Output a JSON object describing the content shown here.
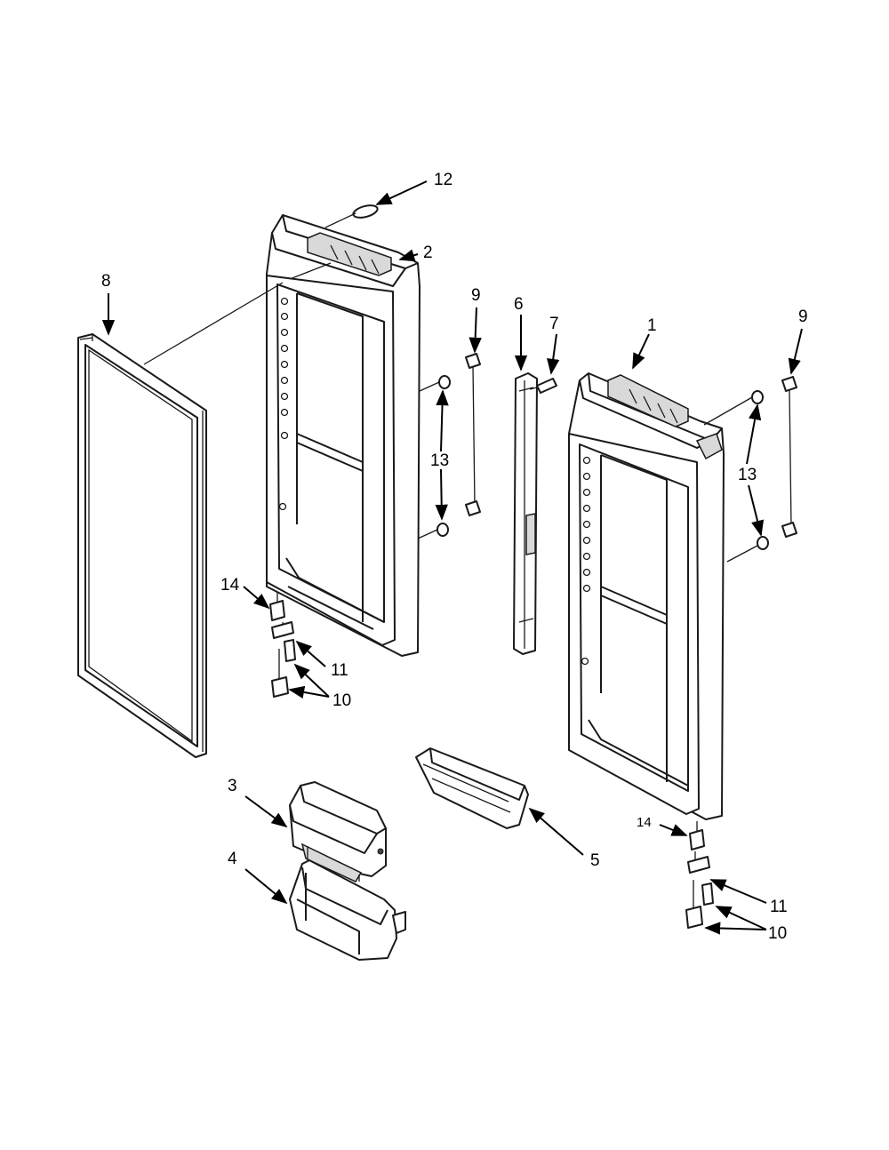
{
  "callouts": [
    {
      "id": "c12",
      "label": "12"
    },
    {
      "id": "c2",
      "label": "2"
    },
    {
      "id": "c8",
      "label": "8"
    },
    {
      "id": "c9a",
      "label": "9"
    },
    {
      "id": "c13a",
      "label": "13"
    },
    {
      "id": "c6",
      "label": "6"
    },
    {
      "id": "c7",
      "label": "7"
    },
    {
      "id": "c1",
      "label": "1"
    },
    {
      "id": "c9b",
      "label": "9"
    },
    {
      "id": "c13b",
      "label": "13"
    },
    {
      "id": "c14a",
      "label": "14"
    },
    {
      "id": "c11a",
      "label": "11"
    },
    {
      "id": "c10a",
      "label": "10"
    },
    {
      "id": "c3",
      "label": "3"
    },
    {
      "id": "c4",
      "label": "4"
    },
    {
      "id": "c5",
      "label": "5"
    },
    {
      "id": "c14b",
      "label": "14"
    },
    {
      "id": "c11b",
      "label": "11"
    },
    {
      "id": "c10b",
      "label": "10"
    }
  ],
  "colors": {
    "ink": "#1a1a1a",
    "background": "#ffffff"
  }
}
